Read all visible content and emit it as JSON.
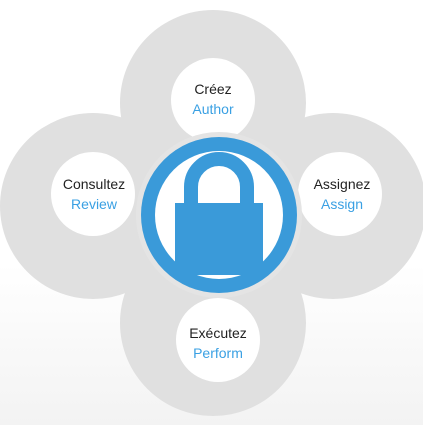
{
  "colors": {
    "petal": "#e0e0e0",
    "center_disc": "#ffffff",
    "accent": "#3a9ad9",
    "english_text": "#3aa0e3",
    "french_text": "#222222"
  },
  "center_icon": "padlock-icon",
  "steps": {
    "author": {
      "fr": "Créez",
      "en": "Author"
    },
    "review": {
      "fr": "Consultez",
      "en": "Review"
    },
    "assign": {
      "fr": "Assignez",
      "en": "Assign"
    },
    "perform": {
      "fr": "Exécutez",
      "en": "Perform"
    }
  }
}
